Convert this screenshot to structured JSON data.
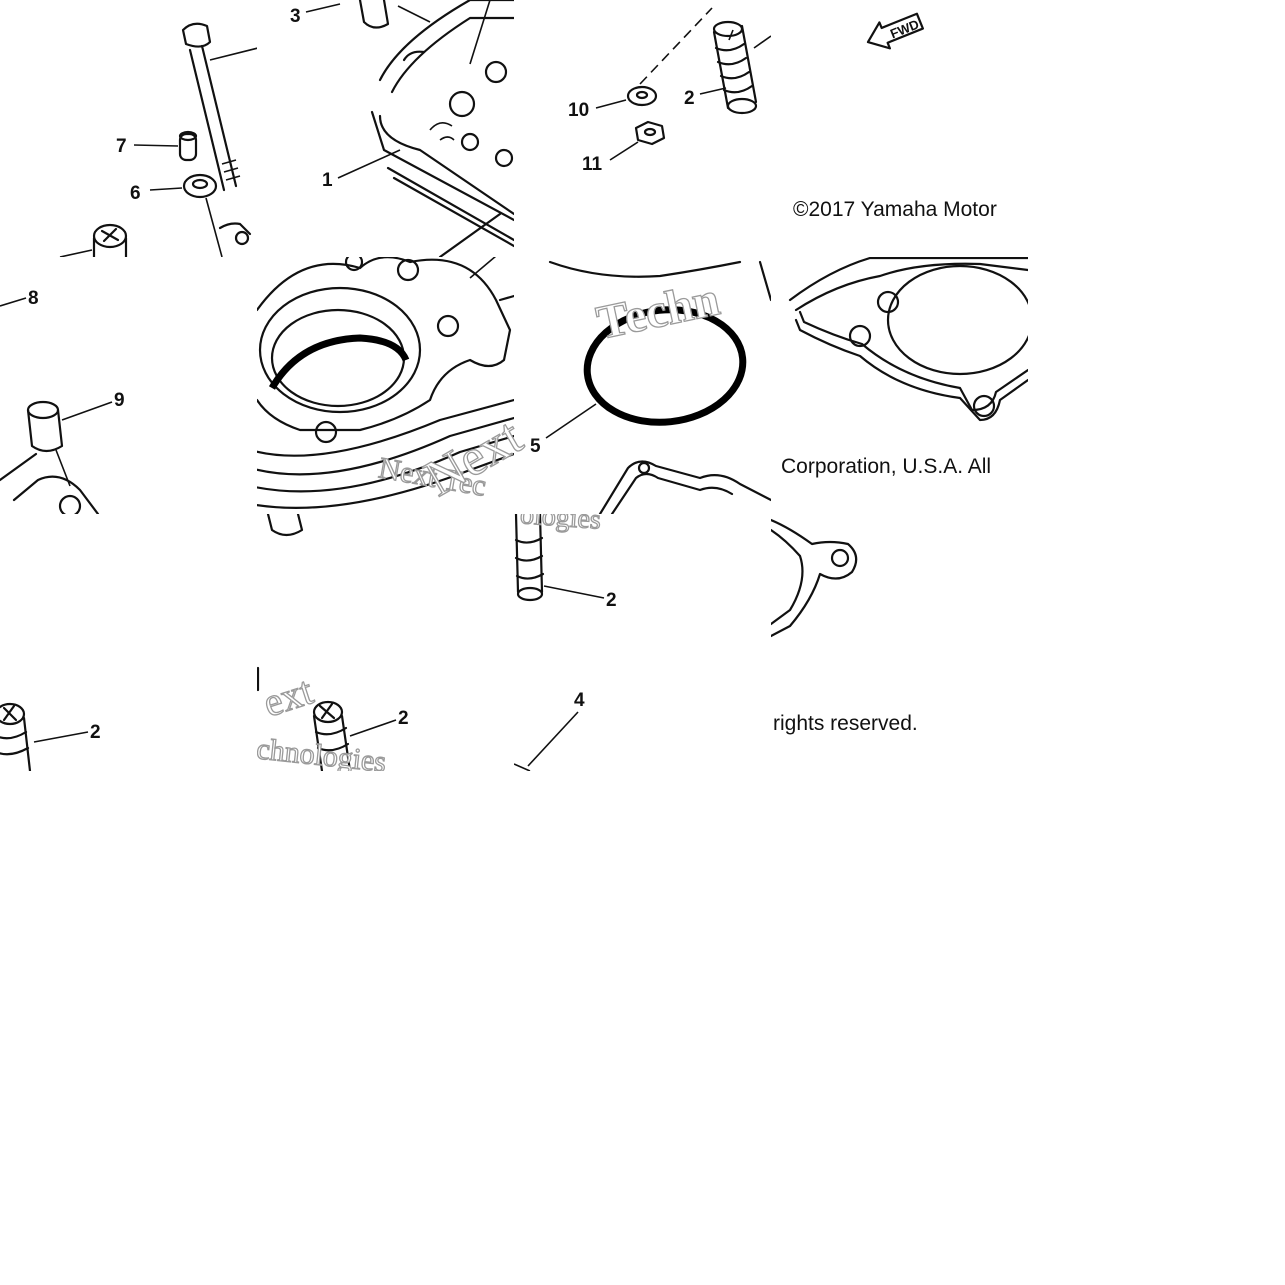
{
  "labels": {
    "l1": "1",
    "l2a": "2",
    "l2b": "2",
    "l2c": "2",
    "l2d": "2",
    "l3": "3",
    "l4": "4",
    "l5": "5",
    "l6": "6",
    "l7": "7",
    "l8": "8",
    "l9": "9",
    "l10": "10",
    "l11": "11"
  },
  "fwd_arrow_text": "FWD",
  "copyright": {
    "line1": "©2017 Yamaha Motor",
    "line2": "Corporation, U.S.A. All",
    "line3": "rights reserved."
  },
  "watermark": {
    "next": "Next",
    "text_a": "Next Tec",
    "text_b": "Techn",
    "text_c": "ologies",
    "text_d": "ext",
    "text_e": "chnologies",
    "text_f": "Technologies"
  }
}
